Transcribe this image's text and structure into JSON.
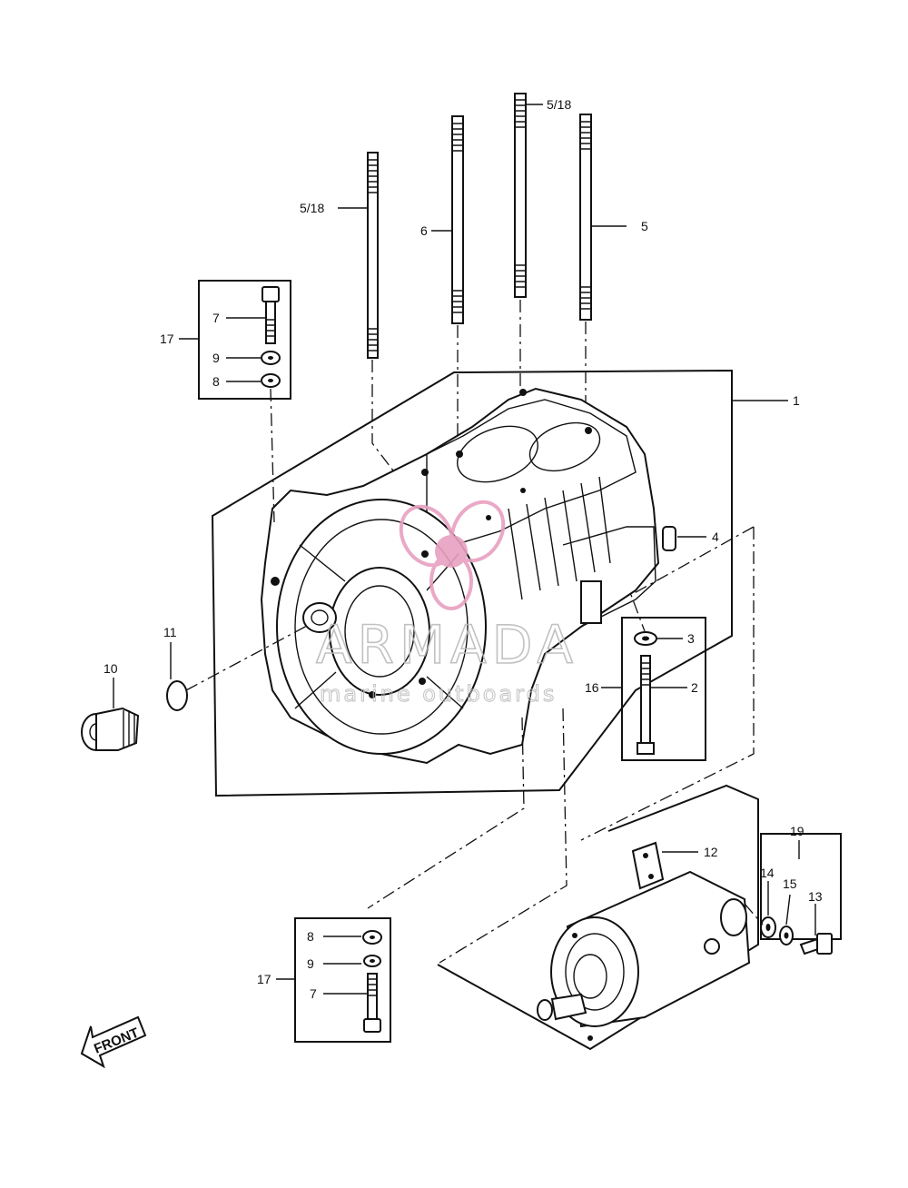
{
  "callouts": {
    "c1": "1",
    "c2": "2",
    "c3": "3",
    "c4": "4",
    "c5": "5",
    "c5_18_top": "5/18",
    "c5_18_left": "5/18",
    "c6": "6",
    "c7_top": "7",
    "c8_top": "8",
    "c9_top": "9",
    "c17_top": "17",
    "c10": "10",
    "c11": "11",
    "c12": "12",
    "c13": "13",
    "c14": "14",
    "c15": "15",
    "c16": "16",
    "c19": "19",
    "c8_bottom": "8",
    "c9_bottom": "9",
    "c7_bottom": "7",
    "c17_bottom": "17"
  },
  "front_marker": "FRONT",
  "watermark": {
    "brand": "ARMADA",
    "tagline": "marine outboards",
    "accent_color": "#e8a0c0"
  }
}
